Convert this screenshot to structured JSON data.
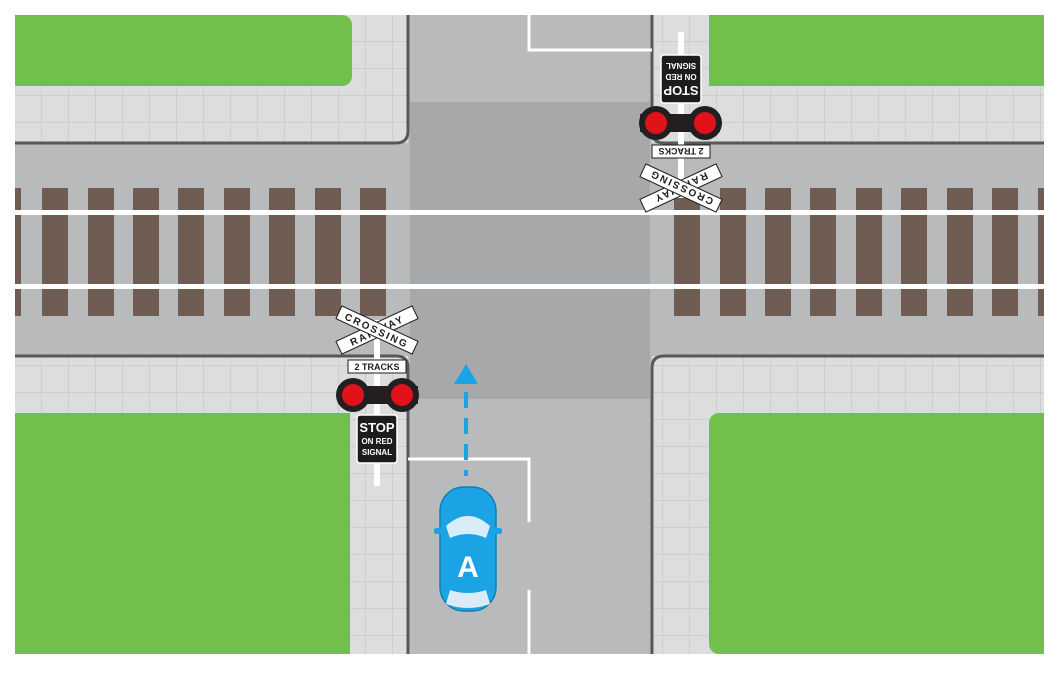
{
  "colors": {
    "background": "#ffffff",
    "grass": "#72c04b",
    "sidewalk": "#dcdddd",
    "sidewalk_grid": "#bdbebe",
    "road": "#b9babb",
    "road_dark": "#a7a8aa",
    "curb": "#56585a",
    "tie": "#6f5c52",
    "rail": "#ffffff",
    "lane_line": "#ffffff",
    "signal_red": "#e2121a",
    "signal_housing": "#231f20",
    "sign_black": "#1c1c1c",
    "car_body": "#1ba4e5",
    "car_glass": "#d9ecf7",
    "path_arrow": "#1ba4e5"
  },
  "signals": {
    "near": {
      "crossbuck_top": "RAILWAY",
      "crossbuck_bottom": "CROSSING",
      "tracks_plate": "2 TRACKS",
      "stop_word": "STOP",
      "stop_line2": "ON RED",
      "stop_line3": "SIGNAL"
    },
    "far": {
      "crossbuck_top": "RAILWAY",
      "crossbuck_bottom": "CROSSING",
      "tracks_plate": "2 TRACKS",
      "stop_word": "STOP",
      "stop_line2": "ON RED",
      "stop_line3": "SIGNAL"
    }
  },
  "vehicle": {
    "label": "A",
    "icon": "car-icon",
    "direction": "north"
  },
  "path": {
    "icon": "dashed-arrow-icon"
  }
}
